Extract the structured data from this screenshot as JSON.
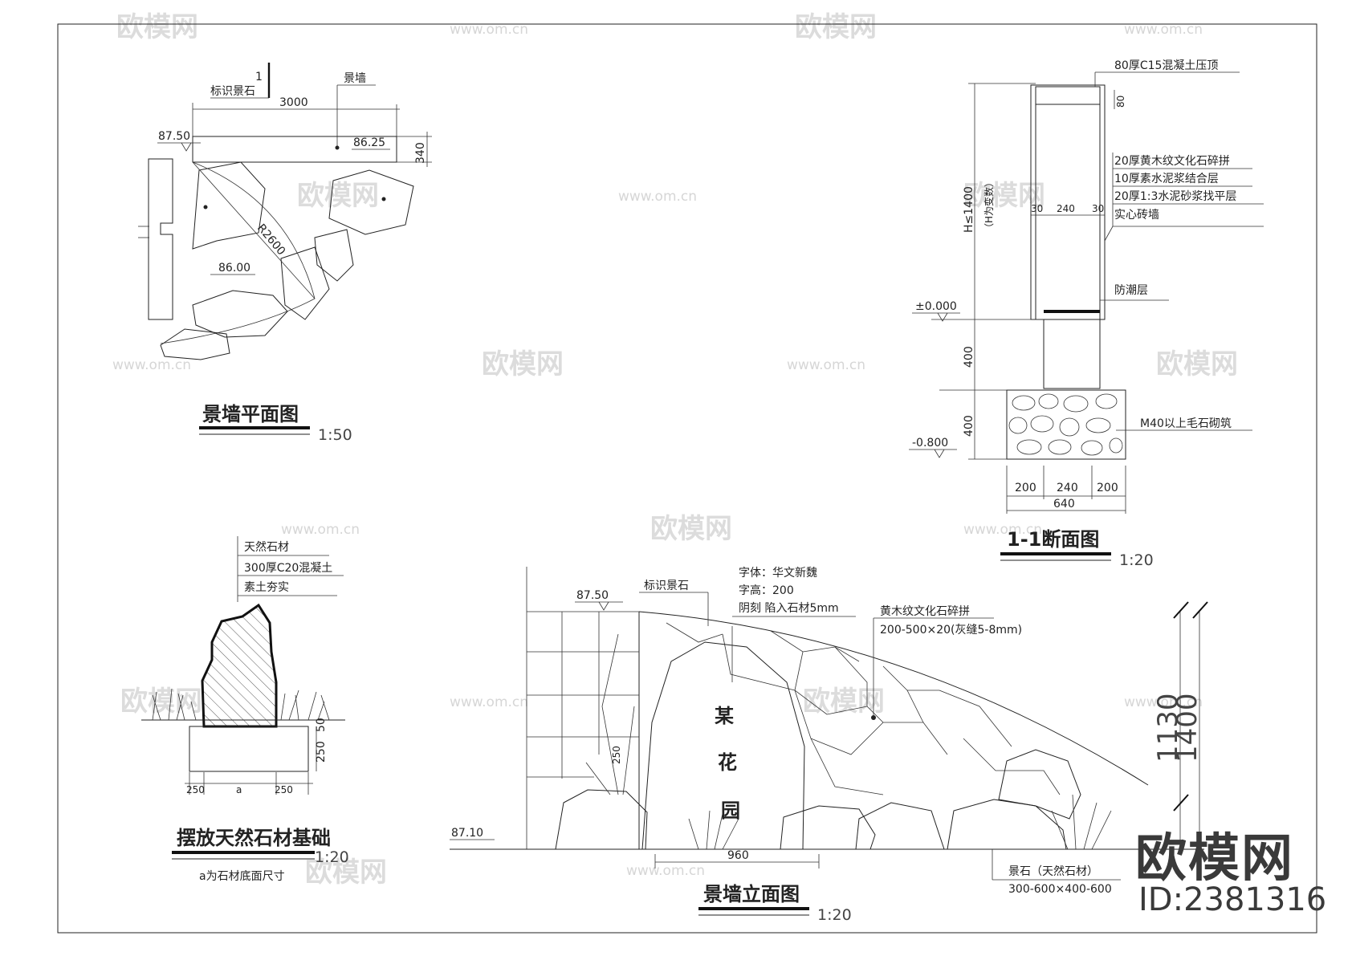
{
  "watermark": {
    "brand": "欧模网",
    "url": "www.om.cn"
  },
  "plan": {
    "title": "景墙平面图",
    "scale": "1:50",
    "section_mark": "1",
    "label_stone": "标识景石",
    "label_wall": "景墙",
    "dim_length": "3000",
    "dim_depth": "340",
    "elev_left": "87.50",
    "elev_wall": "86.25",
    "elev_ground": "86.00",
    "radius": "R2600"
  },
  "section": {
    "title": "1-1断面图",
    "scale": "1:20",
    "notes": [
      "80厚C15混凝土压顶",
      "20厚黄木纹文化石碎拼",
      "10厚素水泥浆结合层",
      "20厚1:3水泥砂浆找平层",
      "实心砖墙",
      "防潮层",
      "M40以上毛石砌筑"
    ],
    "dim_coping": "80",
    "height_label": "H≤1400",
    "height_note": "（H为变数）",
    "dim_wall": [
      "30",
      "240",
      "30"
    ],
    "elev_zero": "±0.000",
    "elev_bottom": "-0.800",
    "dim_v": [
      "400",
      "400"
    ],
    "dim_base": [
      "200",
      "240",
      "200"
    ],
    "dim_base_total": "640"
  },
  "found": {
    "title": "摆放天然石材基础",
    "scale": "1:20",
    "notes": [
      "天然石材",
      "300厚C20混凝土",
      "素土夯实"
    ],
    "dim_h": [
      "250",
      "50"
    ],
    "dim_w": [
      "250",
      "a",
      "250"
    ],
    "footnote": "a为石材底面尺寸"
  },
  "elev": {
    "title": "景墙立面图",
    "scale": "1:20",
    "label_stone": "标识景石",
    "font_notes": [
      "字体：华文新魏",
      "字高：200",
      "阴刻 陷入石材5mm"
    ],
    "cladding": [
      "黄木纹文化石碎拼",
      "200-500×20(灰缝5-8mm)"
    ],
    "stone_notes": [
      "景石（天然石材）",
      "300-600×400-600"
    ],
    "carving": [
      "某",
      "花",
      "园"
    ],
    "elev_top": "87.50",
    "elev_bottom": "87.10",
    "dim_width": "960",
    "dim_small": "250",
    "dim_h1": "1130",
    "dim_h2": "1400"
  },
  "brand": {
    "name": "欧模网",
    "id": "ID:2381316"
  }
}
